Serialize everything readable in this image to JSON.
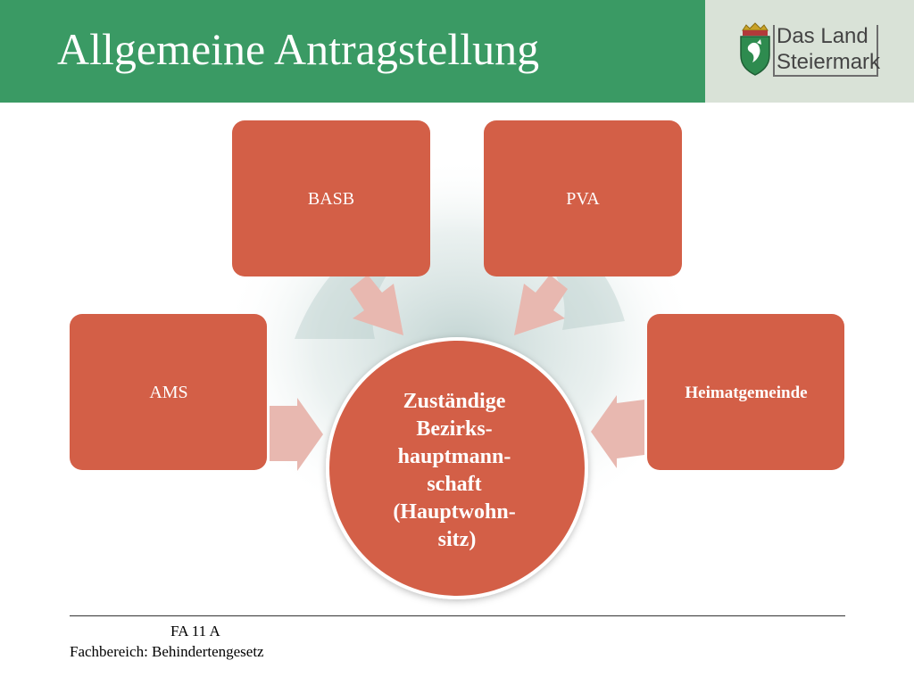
{
  "slide": {
    "title": "Allgemeine Antragstellung"
  },
  "logo": {
    "line1": "Das Land",
    "line2": "Steiermark",
    "icon": "coat-of-arms-icon"
  },
  "diagram": {
    "center": {
      "lines": [
        "Zuständige",
        "Bezirks-",
        "hauptmann-",
        "schaft",
        "(Hauptwohn-",
        "sitz)"
      ]
    },
    "boxes": {
      "basb": "BASB",
      "pva": "PVA",
      "ams": "AMS",
      "heimatgemeinde": "Heimatgemeinde"
    }
  },
  "footer": {
    "unit": "FA 11 A",
    "department": "Fachbereich: Behindertengesetz"
  },
  "colors": {
    "header_green": "#3a9a64",
    "box_fill": "#d35f47",
    "arrow_fill": "#e8b8b0",
    "logo_bg": "#d9e2d7"
  }
}
